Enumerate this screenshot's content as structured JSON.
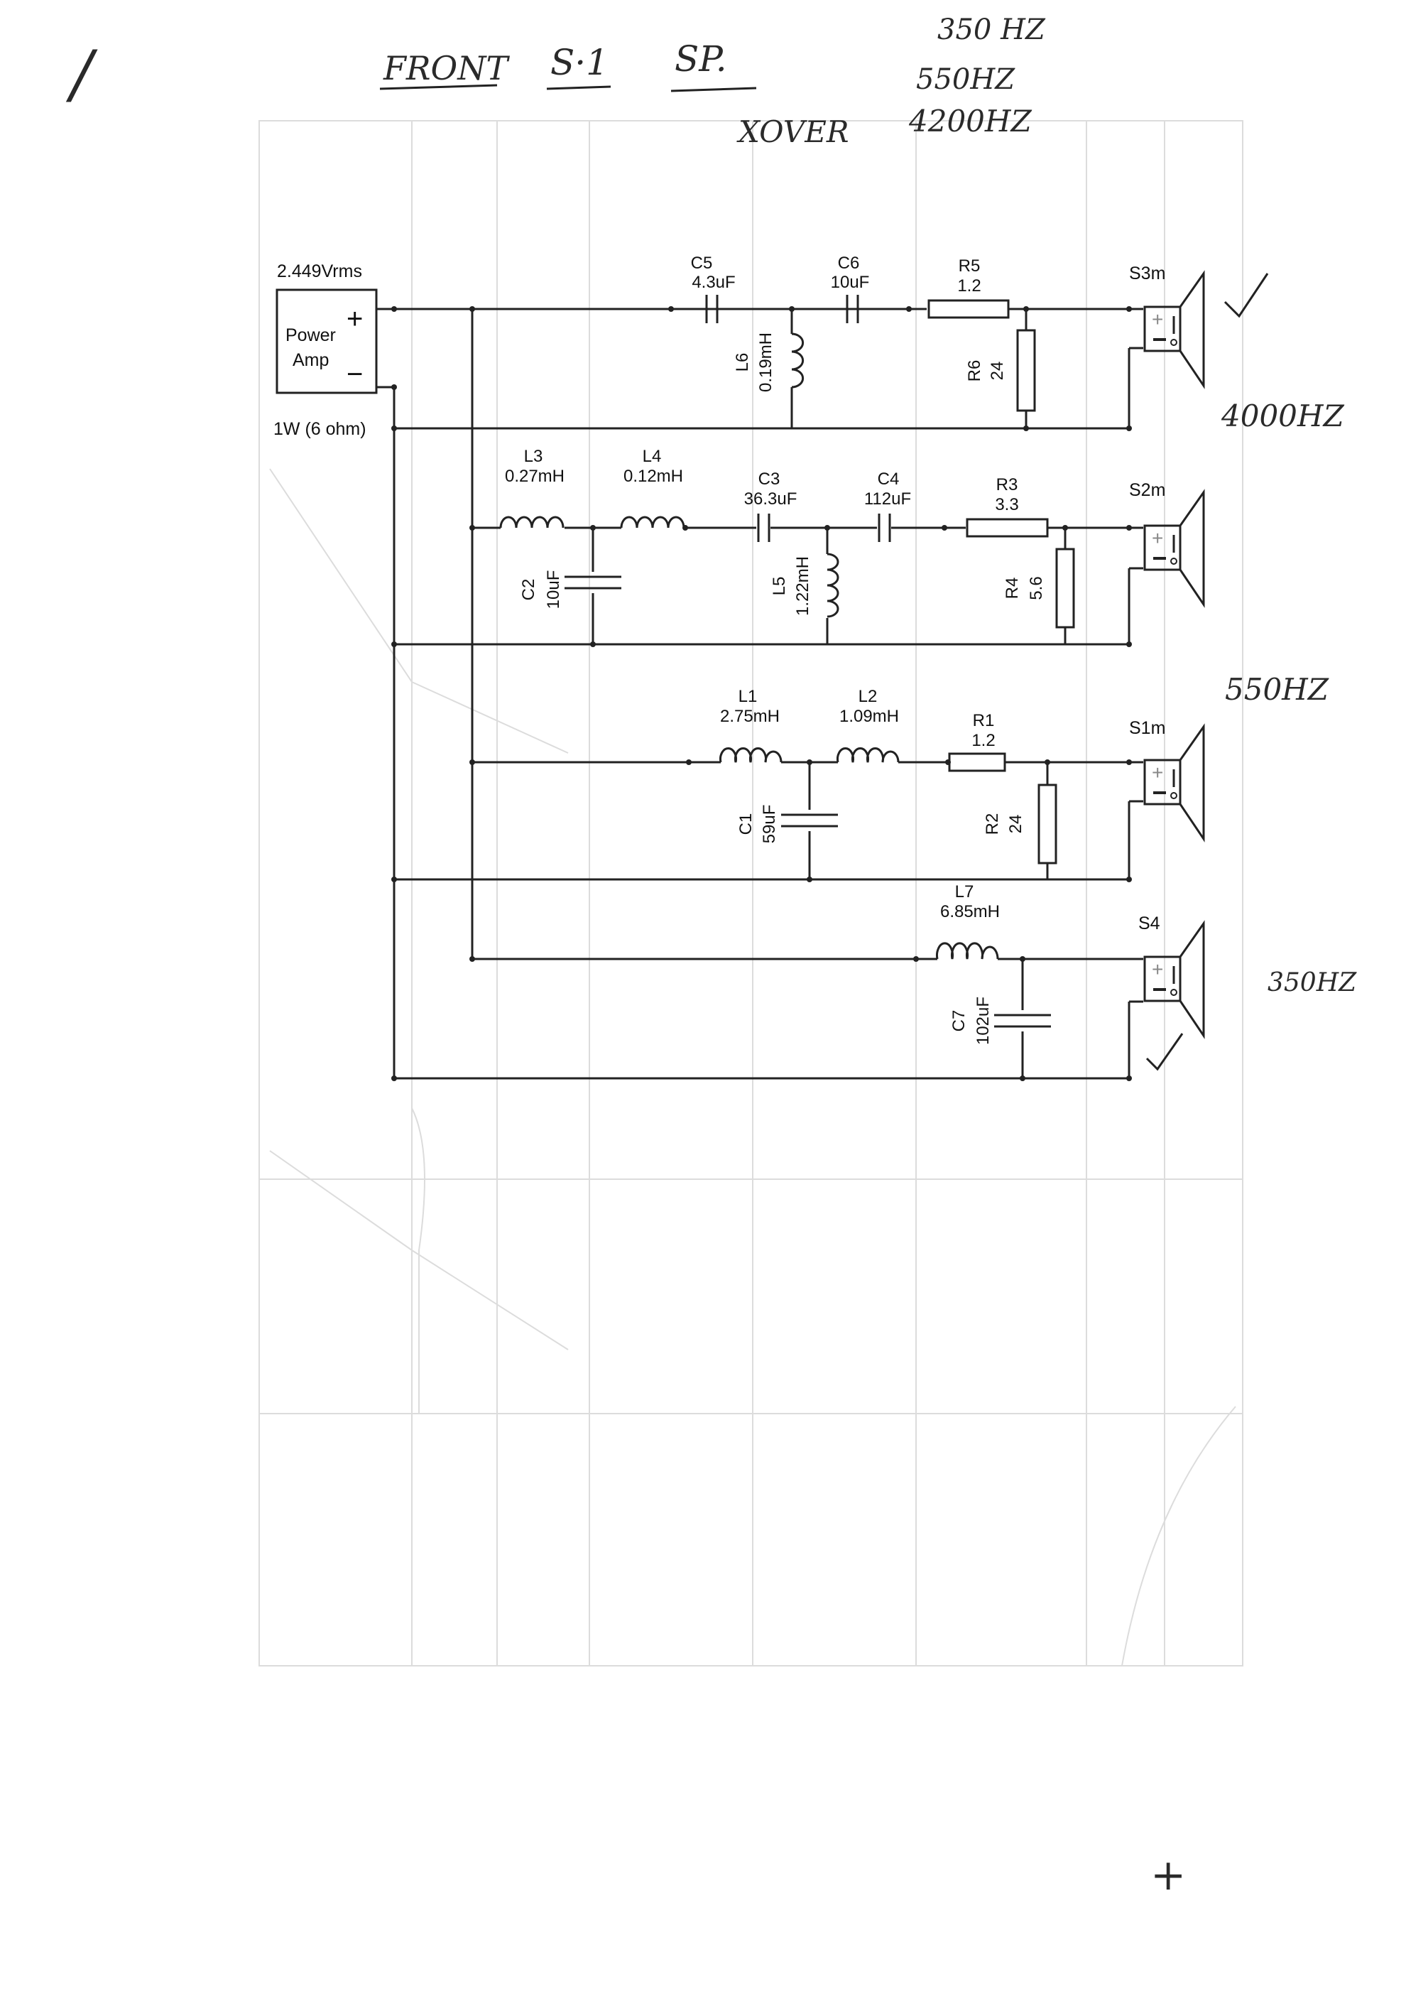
{
  "handwritten": {
    "check_mark": "/",
    "title_front": "FRONT",
    "title_s1": "S·1",
    "title_sp": "SP.",
    "title_xover": "XOVER",
    "freq_top_1": "350 HZ",
    "freq_top_2": "550HZ",
    "freq_top_3": "4200HZ",
    "side_s3m": "4000HZ",
    "side_s2m": "550HZ",
    "side_s4": "350HZ",
    "page_mark": "+"
  },
  "schematic": {
    "amp_voltage": "2.449Vrms",
    "amp_name_1": "Power",
    "amp_name_2": "Amp",
    "amp_plus": "+",
    "amp_minus": "−",
    "amp_power": "1W (6 ohm)",
    "C5": {
      "name": "C5",
      "value": "4.3uF"
    },
    "C6": {
      "name": "C6",
      "value": "10uF"
    },
    "R5": {
      "name": "R5",
      "value": "1.2"
    },
    "L6": {
      "name": "L6",
      "value": "0.19mH"
    },
    "R6": {
      "name": "R6",
      "value": "24"
    },
    "S3m": "S3m",
    "L3": {
      "name": "L3",
      "value": "0.27mH"
    },
    "L4": {
      "name": "L4",
      "value": "0.12mH"
    },
    "C3": {
      "name": "C3",
      "value": "36.3uF"
    },
    "C4": {
      "name": "C4",
      "value": "112uF"
    },
    "R3": {
      "name": "R3",
      "value": "3.3"
    },
    "C2": {
      "name": "C2",
      "value": "10uF"
    },
    "L5": {
      "name": "L5",
      "value": "1.22mH"
    },
    "R4": {
      "name": "R4",
      "value": "5.6"
    },
    "S2m": "S2m",
    "L1": {
      "name": "L1",
      "value": "2.75mH"
    },
    "L2": {
      "name": "L2",
      "value": "1.09mH"
    },
    "R1": {
      "name": "R1",
      "value": "1.2"
    },
    "C1": {
      "name": "C1",
      "value": "59uF"
    },
    "R2": {
      "name": "R2",
      "value": "24"
    },
    "S1m": "S1m",
    "L7": {
      "name": "L7",
      "value": "6.85mH"
    },
    "C7": {
      "name": "C7",
      "value": "102uF"
    },
    "S4": "S4"
  }
}
